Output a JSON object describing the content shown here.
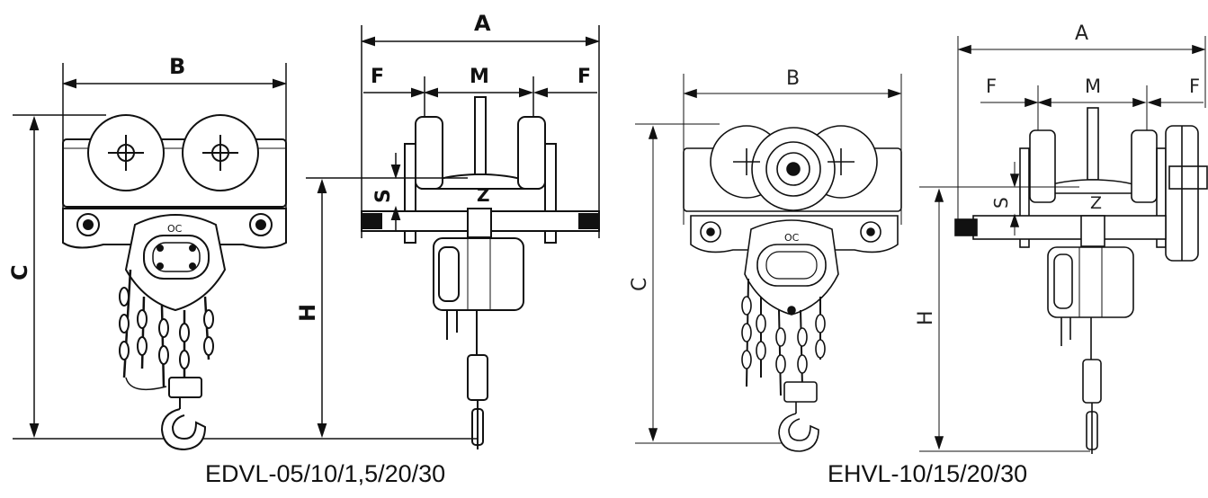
{
  "captions": {
    "left_model": "EDVL-05/10/1,5/20/30",
    "right_model": "EHVL-10/15/20/30"
  },
  "dimension_labels": {
    "A": "A",
    "B": "B",
    "C": "C",
    "F": "F",
    "M": "M",
    "S": "S",
    "Z": "Z",
    "H": "H"
  }
}
